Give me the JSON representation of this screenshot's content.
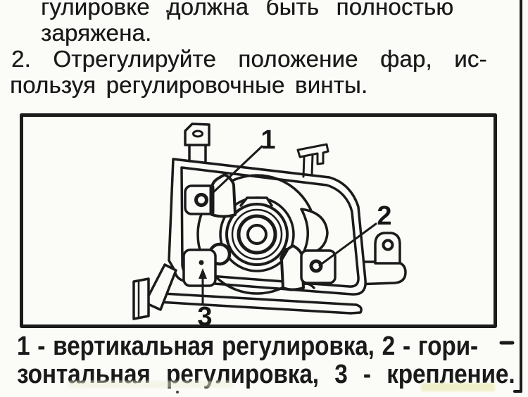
{
  "page": {
    "background": "#fbfbf8",
    "ink": "#1a1a1a"
  },
  "text": {
    "para_battery": {
      "line1": "гулировке должна быть полностью",
      "line2": "заряжена."
    },
    "para_step2": {
      "line1": "2. Отрегулируйте положение фар, ис-",
      "line2": "пользуя регулировочные винты."
    }
  },
  "figure": {
    "callouts": [
      {
        "number": "1",
        "label": "вертикальная регулировка"
      },
      {
        "number": "2",
        "label": "горизонтальная регулировка"
      },
      {
        "number": "3",
        "label": "крепление"
      }
    ]
  },
  "caption": {
    "line1": "1 - вертикальная регулировка, 2 - гори-",
    "line2": "зонтальная регулировка, 3 - крепление."
  },
  "decor": {
    "watermark_color": "#efeec2",
    "divider_color": "#111111"
  }
}
